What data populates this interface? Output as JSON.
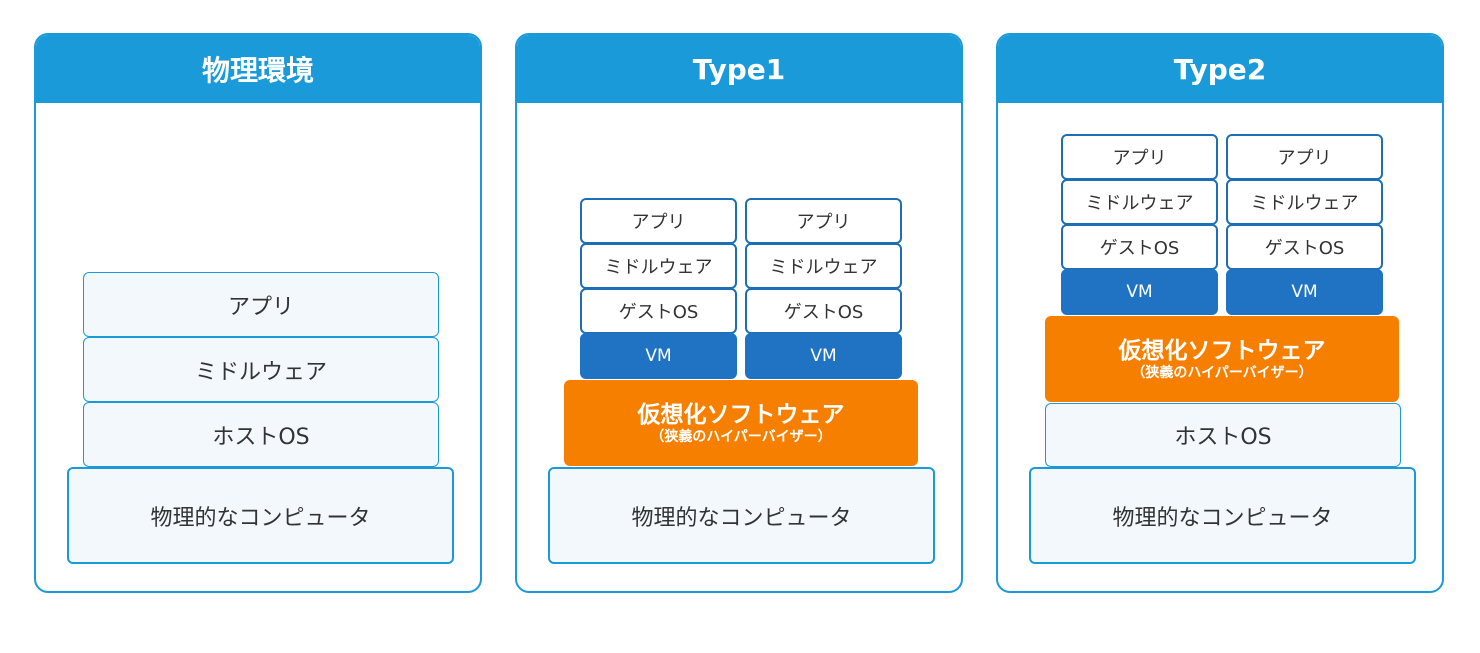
{
  "panels": [
    {
      "title": "物理環境",
      "layers": [
        "アプリ",
        "ミドルウェア",
        "ホストOS"
      ],
      "base": "物理的なコンピュータ"
    },
    {
      "title": "Type1",
      "vms": [
        {
          "app": "アプリ",
          "middleware": "ミドルウェア",
          "guest_os": "ゲストOS",
          "vm": "VM"
        },
        {
          "app": "アプリ",
          "middleware": "ミドルウェア",
          "guest_os": "ゲストOS",
          "vm": "VM"
        }
      ],
      "hypervisor": {
        "main": "仮想化ソフトウェア",
        "sub": "（狭義のハイパーバイザー）"
      },
      "base": "物理的なコンピュータ"
    },
    {
      "title": "Type2",
      "vms": [
        {
          "app": "アプリ",
          "middleware": "ミドルウェア",
          "guest_os": "ゲストOS",
          "vm": "VM"
        },
        {
          "app": "アプリ",
          "middleware": "ミドルウェア",
          "guest_os": "ゲストOS",
          "vm": "VM"
        }
      ],
      "hypervisor": {
        "main": "仮想化ソフトウェア",
        "sub": "（狭義のハイパーバイザー）"
      },
      "host_os": "ホストOS",
      "base": "物理的なコンピュータ"
    }
  ],
  "colors": {
    "header_blue": "#1b9ad9",
    "vm_blue": "#1f73c2",
    "hypervisor_orange": "#f77f00",
    "layer_fill": "#f2f8fc"
  }
}
